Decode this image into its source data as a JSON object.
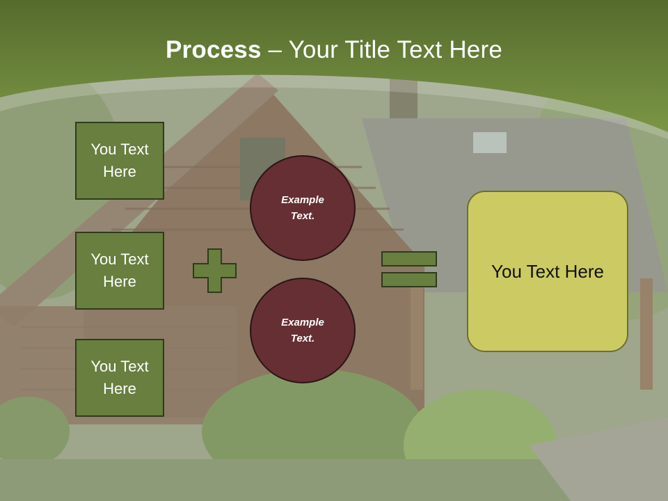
{
  "slide": {
    "title_bold": "Process",
    "title_rest": " – Your Title Text Here",
    "left_boxes": [
      "You Text Here",
      "You Text Here",
      "You Text Here"
    ],
    "circles": [
      "Example Text.",
      "Example Text."
    ],
    "operator_plus_icon": "plus-icon",
    "operator_equals_icon": "equals-icon",
    "result_text": "You Text Here"
  },
  "colors": {
    "header_green": "#6b8a3a",
    "box_green": "#687f3f",
    "circle_maroon": "#652f33",
    "result_yellow": "#cccb63"
  }
}
